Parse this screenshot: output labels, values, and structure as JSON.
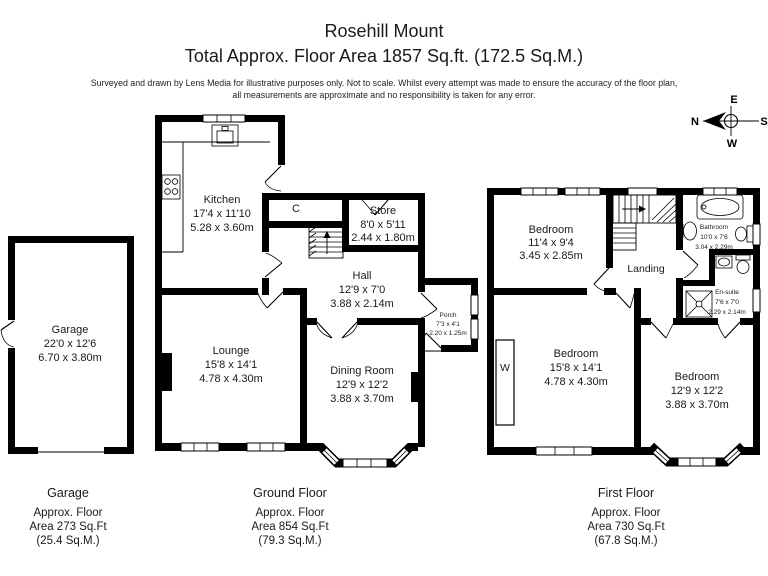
{
  "header": {
    "title": "Rosehill Mount",
    "subtitle": "Total Approx. Floor Area 1857 Sq.ft. (172.5 Sq.M.)",
    "disclaimer_line1": "Surveyed and drawn by Lens Media for illustrative purposes only. Not to scale. Whilst every attempt was made to ensure the accuracy of the floor plan,",
    "disclaimer_line2": "all measurements are approximate and no responsibility is taken for any error."
  },
  "compass": {
    "north": "N",
    "south": "S",
    "east": "E",
    "west": "W"
  },
  "floors": {
    "garage": {
      "name": "Garage",
      "approx": "Approx. Floor",
      "area": "Area 273 Sq.Ft",
      "metric": "(25.4 Sq.M.)"
    },
    "ground": {
      "name": "Ground Floor",
      "approx": "Approx. Floor",
      "area": "Area 854 Sq.Ft",
      "metric": "(79.3 Sq.M.)"
    },
    "first": {
      "name": "First Floor",
      "approx": "Approx. Floor",
      "area": "Area 730 Sq.Ft",
      "metric": "(67.8 Sq.M.)"
    }
  },
  "rooms": {
    "garage": {
      "name": "Garage",
      "imperial": "22'0 x 12'6",
      "metric": "6.70 x 3.80m"
    },
    "kitchen": {
      "name": "Kitchen",
      "imperial": "17'4 x 11'10",
      "metric": "5.28 x 3.60m"
    },
    "cupboard": {
      "name": "C"
    },
    "store": {
      "name": "Store",
      "imperial": "8'0 x 5'11",
      "metric": "2.44 x 1.80m"
    },
    "hall": {
      "name": "Hall",
      "imperial": "12'9 x 7'0",
      "metric": "3.88 x 2.14m"
    },
    "porch": {
      "name": "Porch",
      "imperial": "7'3 x 4'1",
      "metric": "2.20 x 1.25m"
    },
    "lounge": {
      "name": "Lounge",
      "imperial": "15'8 x 14'1",
      "metric": "4.78 x 4.30m"
    },
    "dining": {
      "name": "Dining Room",
      "imperial": "12'9 x 12'2",
      "metric": "3.88 x 3.70m"
    },
    "bedroom1": {
      "name": "Bedroom",
      "imperial": "11'4 x 9'4",
      "metric": "3.45 x 2.85m"
    },
    "bathroom": {
      "name": "Bathroom",
      "imperial": "10'0 x 7'6",
      "metric": "3.04 x 2.29m"
    },
    "landing": {
      "name": "Landing"
    },
    "ensuite": {
      "name": "En-suite",
      "imperial": "7'6 x 7'0",
      "metric": "2.29 x 2.14m"
    },
    "bedroom2": {
      "name": "Bedroom",
      "imperial": "15'8 x 14'1",
      "metric": "4.78 x 4.30m"
    },
    "bedroom3": {
      "name": "Bedroom",
      "imperial": "12'9 x 12'2",
      "metric": "3.88 x 3.70m"
    },
    "wardrobe": {
      "name": "W"
    }
  },
  "colors": {
    "wall": "#000000",
    "background": "#ffffff",
    "text": "#1a1a1a"
  }
}
